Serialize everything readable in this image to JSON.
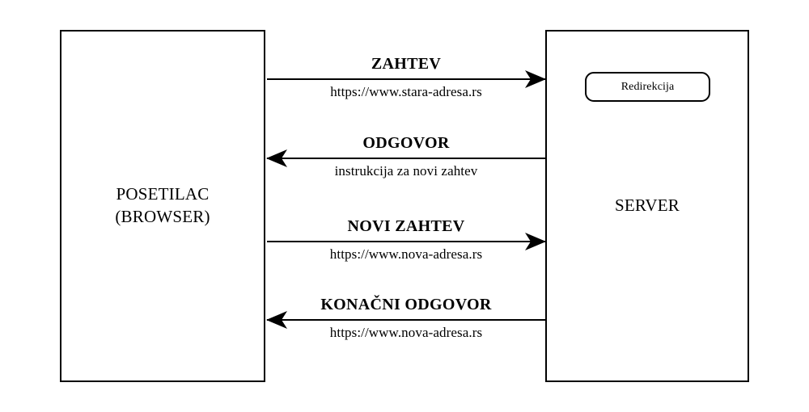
{
  "diagram": {
    "title": "HTTP redirection sequence diagram",
    "background_color": "#ffffff",
    "line_color": "#000000",
    "nodes": {
      "visitor": {
        "label": "POSETILAC\n(BROWSER)"
      },
      "server": {
        "label": "SERVER",
        "inner_box": {
          "label": "Redirekcija"
        }
      }
    },
    "flows": [
      {
        "title": "ZAHTEV",
        "subtitle": "https://www.stara-adresa.rs",
        "direction": "right"
      },
      {
        "title": "ODGOVOR",
        "subtitle": "instrukcija za novi zahtev",
        "direction": "left"
      },
      {
        "title": "NOVI ZAHTEV",
        "subtitle": "https://www.nova-adresa.rs",
        "direction": "right"
      },
      {
        "title": "KONAČNI ODGOVOR",
        "subtitle": "https://www.nova-adresa.rs",
        "direction": "left"
      }
    ]
  }
}
